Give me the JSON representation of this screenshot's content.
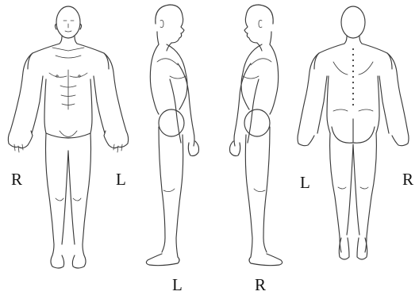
{
  "labels": {
    "front_right": "R",
    "front_left": "L",
    "side_left": "L",
    "side_right": "R",
    "back_left": "L",
    "back_right": "R"
  },
  "views": [
    "front",
    "left-side",
    "right-side",
    "back"
  ],
  "colors": {
    "line": "#3a3a3a",
    "background": "#ffffff",
    "text": "#111111"
  }
}
